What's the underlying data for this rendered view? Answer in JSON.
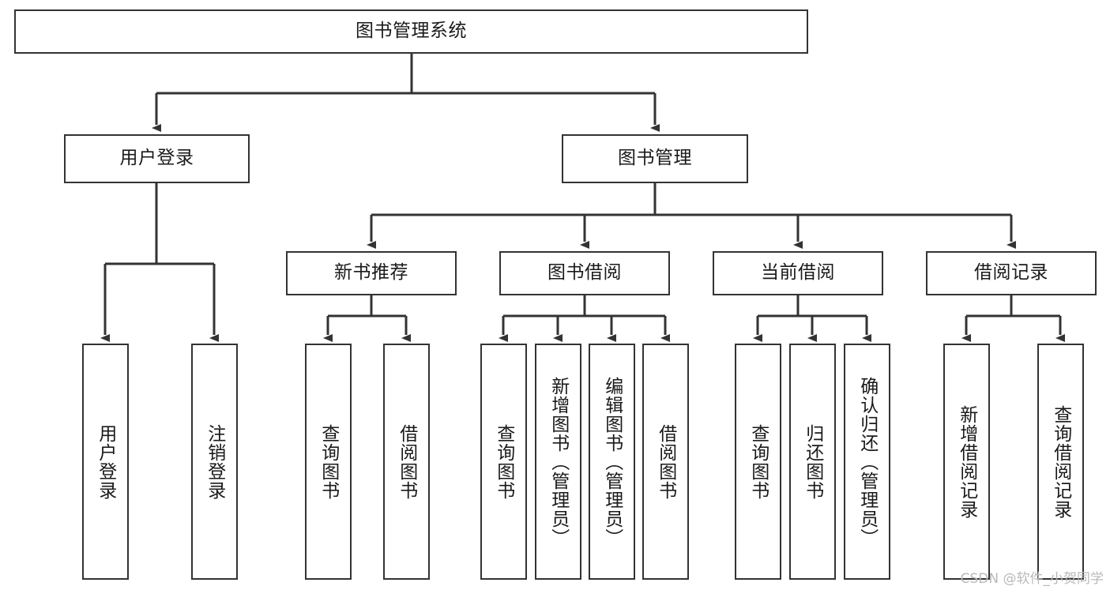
{
  "diagram": {
    "type": "tree-hierarchy",
    "title": "图书管理系统",
    "watermark": "CSDN @软件_小贺同学",
    "colors": {
      "stroke": "#333333",
      "fill": "#ffffff",
      "text": "#1a1a1a",
      "watermark": "#b9b9b9"
    },
    "nodes": {
      "root": {
        "label": "图书管理系统"
      },
      "level2": [
        {
          "label": "用户登录"
        },
        {
          "label": "图书管理"
        }
      ],
      "level3": [
        {
          "label": "新书推荐"
        },
        {
          "label": "图书借阅"
        },
        {
          "label": "当前借阅"
        },
        {
          "label": "借阅记录"
        }
      ],
      "leaves": {
        "user_login": [
          {
            "label": "用户登录"
          },
          {
            "label": "注销登录"
          }
        ],
        "new_book_recommend": [
          {
            "label": "查询图书"
          },
          {
            "label": "借阅图书"
          }
        ],
        "book_borrow": [
          {
            "label": "查询图书"
          },
          {
            "label": "新增图书（管理员）"
          },
          {
            "label": "编辑图书（管理员）"
          },
          {
            "label": "借阅图书"
          }
        ],
        "current_borrow": [
          {
            "label": "查询图书"
          },
          {
            "label": "归还图书"
          },
          {
            "label": "确认归还（管理员）"
          }
        ],
        "borrow_record": [
          {
            "label": "新增借阅记录"
          },
          {
            "label": "查询借阅记录"
          }
        ]
      }
    }
  }
}
